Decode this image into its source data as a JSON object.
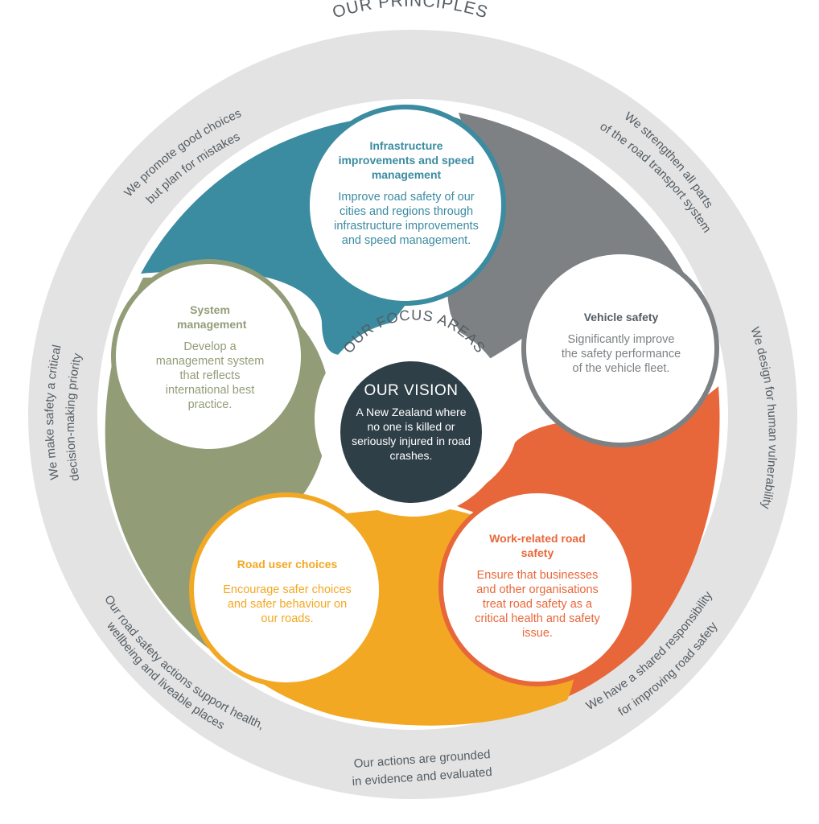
{
  "principles": {
    "title": "OUR PRINCIPLES",
    "items": [
      {
        "lines": [
          "We promote good choices",
          "but plan for mistakes"
        ]
      },
      {
        "lines": [
          "We strengthen all parts",
          "of the road transport system"
        ]
      },
      {
        "lines": [
          "We design for human vulnerability"
        ]
      },
      {
        "lines": [
          "We have a shared responsibility",
          "for improving road safety"
        ]
      },
      {
        "lines": [
          "Our actions are grounded",
          "in evidence and evaluated"
        ]
      },
      {
        "lines": [
          "Our road safety actions support health,",
          "wellbeing and liveable places"
        ]
      },
      {
        "lines": [
          "We make safety a critical",
          "decision-making priority"
        ]
      }
    ]
  },
  "focus": {
    "title": "OUR FOCUS AREAS",
    "areas": [
      {
        "heading": "Infrastructure improvements and speed management",
        "body": "Improve road safety of our cities and regions through infrastructure improvements and speed management.",
        "color": "#3b8ba1"
      },
      {
        "heading": "Vehicle safety",
        "body": "Significantly improve the safety performance of the vehicle fleet.",
        "color": "#7d8184"
      },
      {
        "heading": "Work-related road safety",
        "body": "Ensure that businesses and other organisations treat road safety as a critical health and safety issue.",
        "color": "#e8673a"
      },
      {
        "heading": "Road user choices",
        "body": "Encourage safer choices and safer behaviour on our roads.",
        "color": "#f3a823"
      },
      {
        "heading": "System management",
        "body": "Develop a management system that reflects international best practice.",
        "color": "#929d78"
      }
    ]
  },
  "vision": {
    "title": "OUR VISION",
    "body": "A New Zealand where no one is killed or seriously injured in road crashes."
  },
  "colors": {
    "ring": "#e3e3e3",
    "blue": "#3b8ba1",
    "grey": "#7d8184",
    "orange": "#e8673a",
    "yellow": "#f3a823",
    "sage": "#929d78",
    "vision": "#2f3f48",
    "text": "#555d63"
  }
}
